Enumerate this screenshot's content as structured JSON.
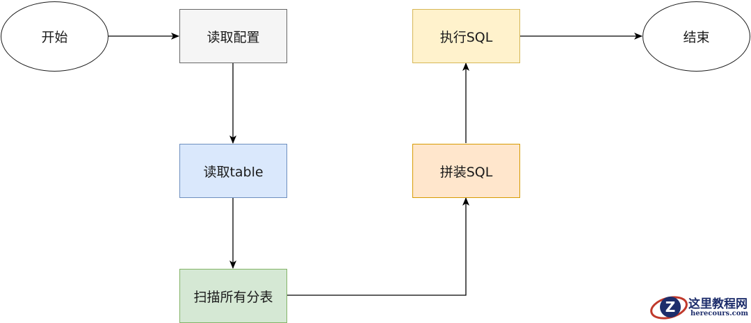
{
  "nodes": {
    "start": "开始",
    "read_config": "读取配置",
    "read_table": "读取table",
    "scan_shards": "扫描所有分表",
    "build_sql": "拼装SQL",
    "exec_sql": "执行SQL",
    "end": "结束"
  },
  "colors": {
    "read_config": {
      "fill": "#f5f5f5",
      "stroke": "#666666"
    },
    "read_table": {
      "fill": "#dae8fc",
      "stroke": "#6c8ebf"
    },
    "scan_shards": {
      "fill": "#d5e8d4",
      "stroke": "#82b366"
    },
    "build_sql": {
      "fill": "#ffe6cc",
      "stroke": "#d79b00"
    },
    "exec_sql": {
      "fill": "#fff2cc",
      "stroke": "#d6b656"
    }
  },
  "watermark": {
    "logo_letter": "Z",
    "title": "这里教程网",
    "url": "herecours.com"
  }
}
